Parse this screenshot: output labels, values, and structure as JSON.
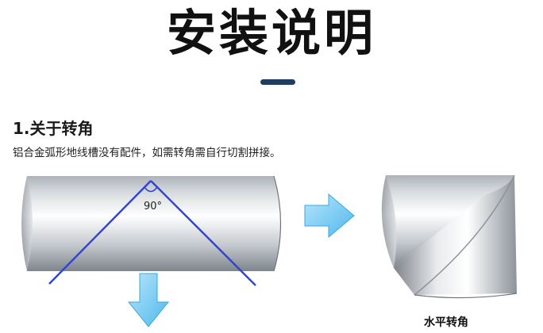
{
  "page": {
    "title": "安装说明",
    "accent_color": "#1f3e5e"
  },
  "section": {
    "heading": "1.关于转角",
    "description": "铝合金弧形地线槽没有配件，如需转角需自行切割拼接。"
  },
  "illustration": {
    "angle_label": "90°",
    "corner_caption": "水平转角",
    "arrow_color": "#62c3ef",
    "cut_line_color": "#2f43d8"
  }
}
